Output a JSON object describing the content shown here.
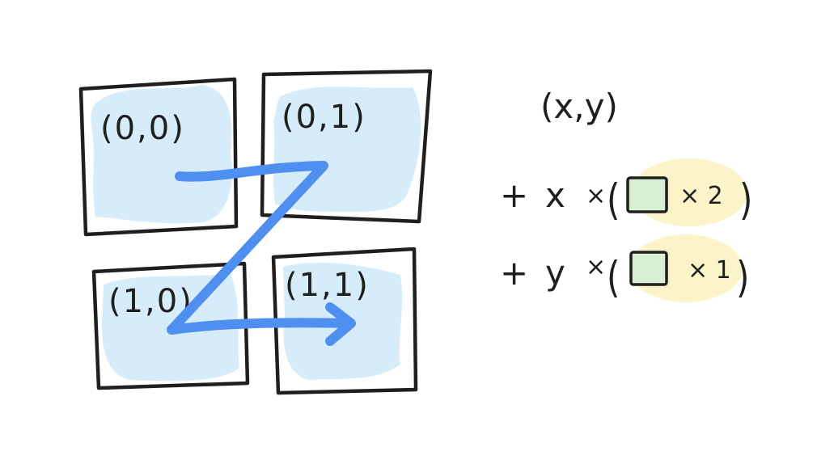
{
  "grid": {
    "cells": [
      {
        "label": "(0,0)"
      },
      {
        "label": "(0,1)"
      },
      {
        "label": "(1,0)"
      },
      {
        "label": "(1,1)"
      }
    ]
  },
  "formula": {
    "coord": "(x,y)",
    "row_x": {
      "plus": "+",
      "var": "x",
      "times": "×",
      "open": "(",
      "mul": "× 2",
      "close": ")"
    },
    "row_y": {
      "plus": "+",
      "var": "y",
      "times": "×",
      "open": "(",
      "mul": "× 1",
      "close": ")"
    }
  },
  "colors": {
    "ink": "#1f1f1f",
    "cell_fill": "#d6ecfb",
    "arrow": "#4f8ff0",
    "square_fill": "#d9efd4",
    "highlight": "#fbf4c8"
  }
}
